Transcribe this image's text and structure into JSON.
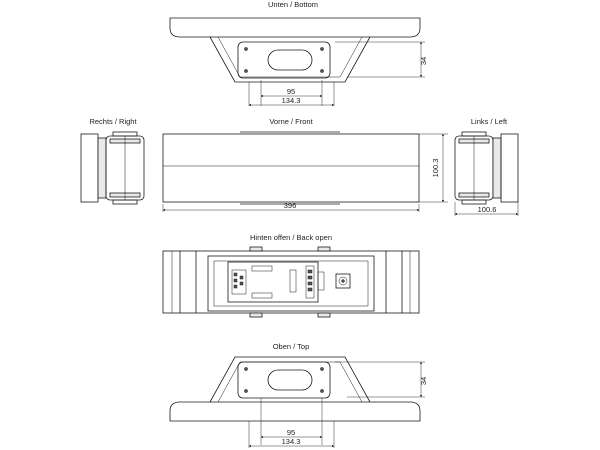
{
  "views": {
    "bottom": {
      "label": "Unten / Bottom",
      "dim_width_inner": "95",
      "dim_width_outer": "134.3",
      "dim_height": "34"
    },
    "right": {
      "label": "Rechts / Right"
    },
    "front": {
      "label": "Vorne / Front",
      "dim_width": "396",
      "dim_height": "100.3"
    },
    "left": {
      "label": "Links / Left",
      "dim_depth": "100.6"
    },
    "back": {
      "label": "Hinten offen / Back open"
    },
    "top": {
      "label": "Oben / Top",
      "dim_width_inner": "95",
      "dim_width_outer": "134.3",
      "dim_height": "34"
    }
  },
  "colors": {
    "line": "#1a1a1a",
    "fill_light": "#e9e9e9",
    "fill_dark": "#555555"
  }
}
